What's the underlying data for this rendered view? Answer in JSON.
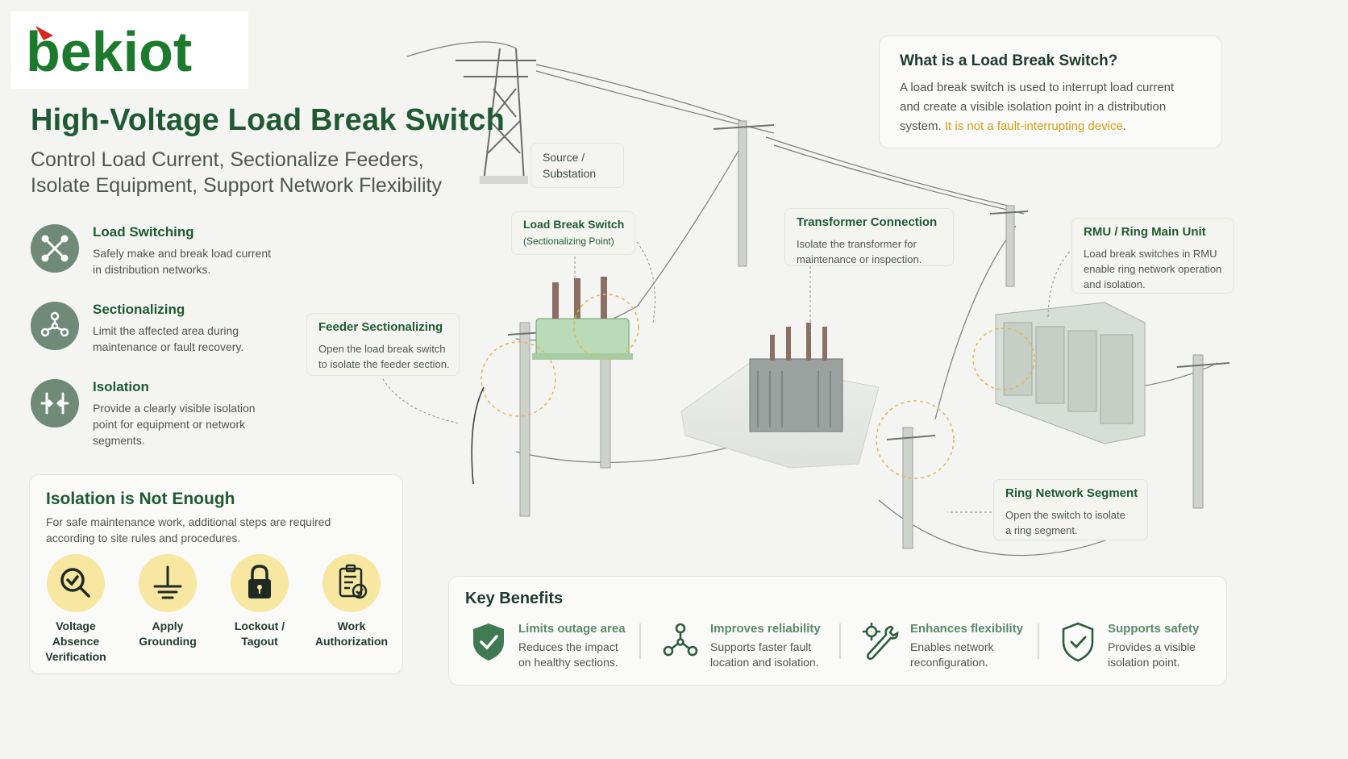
{
  "logo": {
    "text": "bekiot"
  },
  "title": "High-Voltage Load Break Switch",
  "subtitle_line1": "Control Load Current, Sectionalize Feeders,",
  "subtitle_line2": "Isolate Equipment, Support Network Flexibility",
  "features": [
    {
      "title": "Load Switching",
      "line1": "Safely make and break load current",
      "line2": "in distribution networks.",
      "icon": "switch-cross-icon"
    },
    {
      "title": "Sectionalizing",
      "line1": "Limit the affected area during",
      "line2": "maintenance or fault recovery.",
      "icon": "network-nodes-icon"
    },
    {
      "title": "Isolation",
      "line1": "Provide a clearly visible isolation",
      "line2": "point for equipment or network",
      "line3": "segments.",
      "icon": "isolation-gap-icon"
    }
  ],
  "isolation_card": {
    "title": "Isolation is Not Enough",
    "line1": "For safe maintenance work, additional steps are required",
    "line2": "according to site rules and procedures.",
    "steps": [
      {
        "line1": "Voltage Absence",
        "line2": "Verification",
        "icon": "magnifier-check-icon"
      },
      {
        "line1": "Apply",
        "line2": "Grounding",
        "icon": "ground-symbol-icon"
      },
      {
        "line1": "Lockout /",
        "line2": "Tagout",
        "icon": "padlock-icon"
      },
      {
        "line1": "Work",
        "line2": "Authorization",
        "icon": "clipboard-check-icon"
      }
    ]
  },
  "what_is": {
    "title": "What is a Load Break Switch?",
    "line1": "A load break switch is used to interrupt load current",
    "line2": "and create a visible isolation point in a distribution",
    "line3_a": "system. ",
    "line3_highlight": "It is not a fault-interrupting device",
    "line3_b": "."
  },
  "callouts": {
    "source": {
      "line1": "Source /",
      "line2": "Substation"
    },
    "lbs": {
      "title": "Load Break Switch",
      "sub": "(Sectionalizing Point)"
    },
    "transformer": {
      "title": "Transformer Connection",
      "line1": "Isolate the transformer for",
      "line2": "maintenance or inspection."
    },
    "rmu": {
      "title": "RMU / Ring Main Unit",
      "line1": "Load break switches in RMU",
      "line2": "enable ring network operation",
      "line3": "and isolation."
    },
    "feeder": {
      "title": "Feeder Sectionalizing",
      "line1": "Open the load break switch",
      "line2": "to isolate the feeder section."
    },
    "ring": {
      "title": "Ring Network Segment",
      "line1": "Open the switch to isolate",
      "line2": "a ring segment."
    }
  },
  "benefits": {
    "title": "Key Benefits",
    "items": [
      {
        "title": "Limits outage area",
        "line1": "Reduces the impact",
        "line2": "on healthy sections.",
        "icon": "shield-check-icon"
      },
      {
        "title": "Improves reliability",
        "line1": "Supports faster fault",
        "line2": "location and isolation.",
        "icon": "network-nodes-icon"
      },
      {
        "title": "Enhances flexibility",
        "line1": "Enables network",
        "line2": "reconfiguration.",
        "icon": "wrench-gear-icon"
      },
      {
        "title": "Supports safety",
        "line1": "Provides a visible",
        "line2": "isolation point.",
        "icon": "shield-outline-check-icon"
      }
    ]
  },
  "colors": {
    "brand_green": "#1f5a32",
    "accent_yellow": "#f7e7a0",
    "highlight_orange": "#d89b12",
    "icon_green": "#6f8a77"
  }
}
